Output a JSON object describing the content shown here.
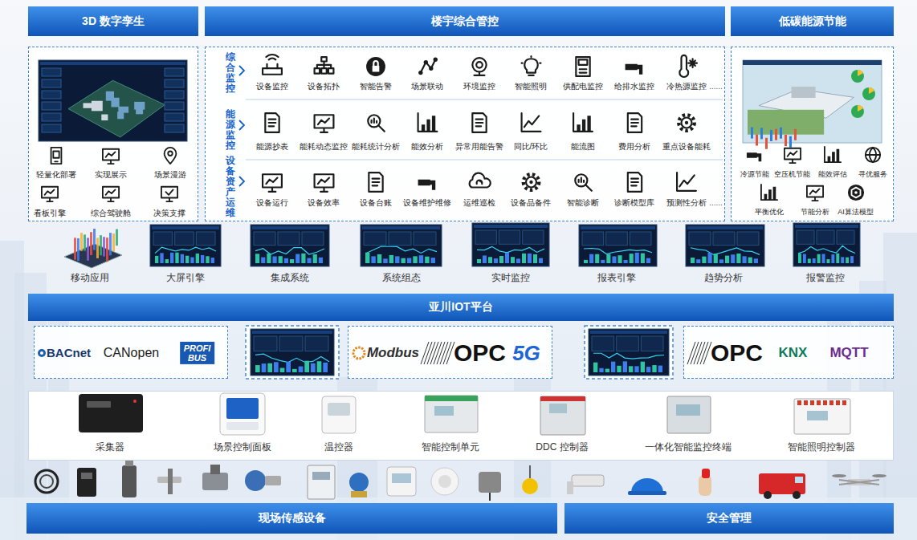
{
  "diagram": {
    "nodes": [
      {
        "text": [
          "3D 数字孪生"
        ]
      },
      {
        "text": [
          "楼宇综合管控"
        ]
      },
      {
        "text": [
          "低碳能源节能"
        ]
      },
      {
        "text": [
          "轻量化部署",
          "实现展示",
          "场景漫游",
          "看板引擎",
          "综合驾驶舱",
          "决策支撑"
        ]
      },
      {
        "text": [
          "综合监控",
          "设备监控",
          "设备拓扑",
          "智能告警",
          "场景联动",
          "环境监控",
          "智能照明",
          "供配电监控",
          "给排水监控",
          "冷热源监控",
          "......",
          "能源监控",
          "能源抄表",
          "能耗动态监控",
          "能耗统计分析",
          "能效分析",
          "异常用能告警",
          "同比/环比",
          "能流图",
          "费用分析",
          "重点设备能耗",
          "设备资产运维",
          "设备运行",
          "设备效率",
          "设备台账",
          "设备维护维修",
          "运维巡检",
          "设备品备件",
          "智能诊断",
          "诊断模型库",
          "预测性分析",
          "......"
        ]
      },
      {
        "text": [
          "冷源节能",
          "空压机节能",
          "能效评估",
          "寻优服务",
          "平衡优化",
          "节能分析",
          "AI算法模型"
        ]
      },
      {
        "text": [
          "亚川IOT平台"
        ]
      },
      {
        "text": [
          "BACnet",
          "CANopen",
          "PROFI BUS"
        ]
      },
      {
        "text": [
          "Modbus",
          "OPC",
          "5G"
        ]
      },
      {
        "text": [
          "OPC",
          "KNX",
          "MQTT"
        ]
      },
      {
        "text": [
          "采集器",
          "场景控制面板",
          "温控器",
          "智能控制单元",
          "DDC 控制器",
          "一体化智能监控终端",
          "智能照明控制器"
        ]
      },
      {
        "text": [
          "现场传感设备"
        ]
      },
      {
        "text": [
          "安全管理"
        ]
      }
    ],
    "labels": [
      "移动应用",
      "大屏引擎",
      "集成系统",
      "系统组态",
      "实时监控",
      "报表引擎",
      "趋势分析",
      "报警监控"
    ]
  }
}
